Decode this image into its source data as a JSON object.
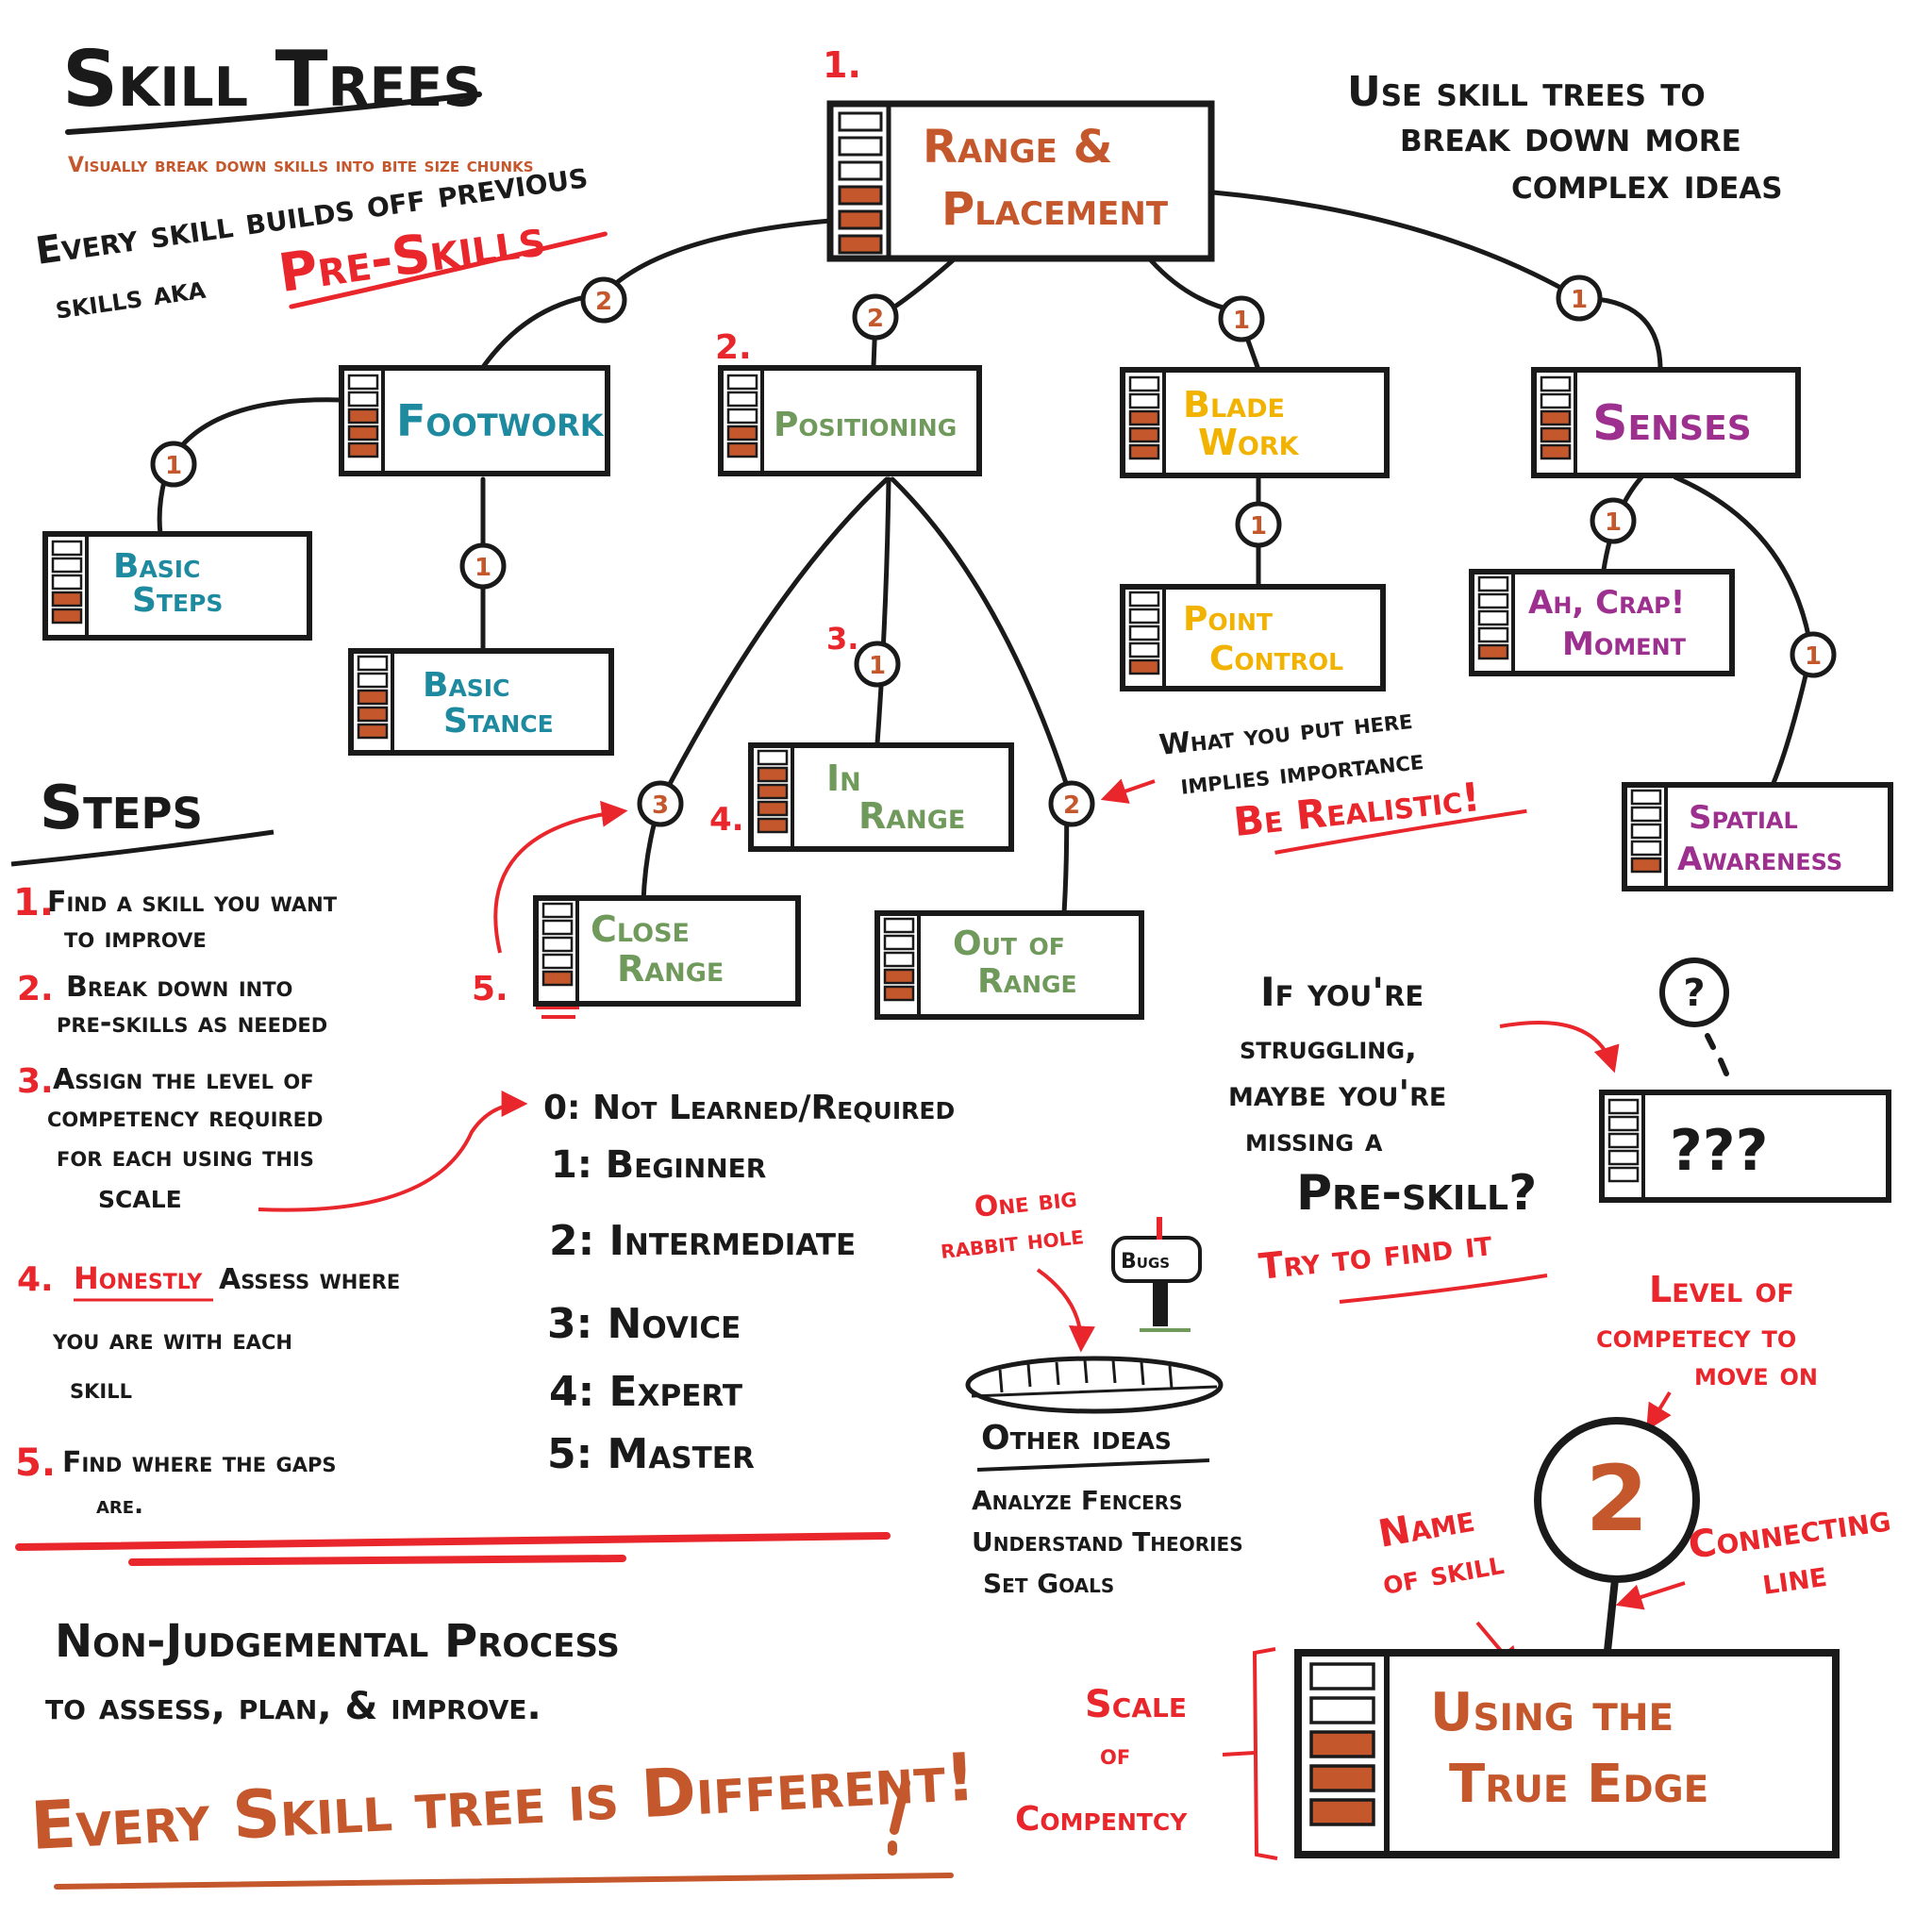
{
  "title": "Skill Trees",
  "subtitle": "Visually break down skills into bite size chunks",
  "intro": {
    "line1": "Every skill builds off previous",
    "line2": "skills aka",
    "emph": "Pre-Skills"
  },
  "top_right_note": [
    "Use skill trees to",
    "break down more",
    "complex ideas"
  ],
  "colors": {
    "ink": "#1a1a1a",
    "red": "#e8262b",
    "rust": "#c4572b",
    "teal": "#1e8aa0",
    "green": "#6f9a5c",
    "yellow": "#f1b300",
    "purple": "#9d2f8f"
  },
  "tree": {
    "root": {
      "number": "1.",
      "lines": [
        "Range &",
        "Placement"
      ]
    },
    "nodes": {
      "footwork": {
        "lines": [
          "Footwork"
        ],
        "badge": "2"
      },
      "positioning": {
        "number": "2.",
        "lines": [
          "Positioning"
        ],
        "badge": "2"
      },
      "bladework": {
        "lines": [
          "Blade",
          "Work"
        ],
        "badge": "1"
      },
      "senses": {
        "lines": [
          "Senses"
        ],
        "badge": "1"
      },
      "basic_steps": {
        "lines": [
          "Basic",
          "Steps"
        ],
        "badge": "1"
      },
      "basic_stance": {
        "lines": [
          "Basic",
          "Stance"
        ],
        "badge": "1"
      },
      "in_range": {
        "number3": "3.",
        "number4": "4.",
        "lines": [
          "In",
          "Range"
        ],
        "badge": "1"
      },
      "close_range": {
        "number": "5.",
        "lines": [
          "Close",
          "Range"
        ],
        "badge": "3"
      },
      "out_of_range": {
        "lines": [
          "Out of",
          "Range"
        ],
        "badge": "2"
      },
      "point_control": {
        "lines": [
          "Point",
          "Control"
        ],
        "badge": "1"
      },
      "ah_crap": {
        "lines": [
          "Ah, Crap!",
          "Moment"
        ],
        "badge": "1"
      },
      "spatial": {
        "lines": [
          "Spatial",
          "Awareness"
        ],
        "badge": "1"
      }
    }
  },
  "realistic_note": {
    "lines": [
      "What you put here",
      "implies importance"
    ],
    "emph": "Be Realistic!"
  },
  "steps": {
    "heading": "Steps",
    "items": [
      {
        "n": "1.",
        "lines": [
          "Find a skill you want",
          "to improve"
        ]
      },
      {
        "n": "2.",
        "lines": [
          "Break down into",
          "pre-skills as needed"
        ]
      },
      {
        "n": "3.",
        "lines": [
          "Assign the level of",
          "competency required",
          "for each using this",
          "scale"
        ]
      },
      {
        "n": "4.",
        "emph": "Honestly",
        "lines": [
          " Assess where",
          "you are with each",
          "skill"
        ]
      },
      {
        "n": "5.",
        "lines": [
          "Find where the gaps",
          "are."
        ]
      }
    ]
  },
  "scale": [
    "0: Not Learned/Required",
    "1: Beginner",
    "2: Intermediate",
    "3: Novice",
    "4: Expert",
    "5: Master"
  ],
  "struggling": {
    "lines": [
      "If you're",
      "struggling,",
      "maybe you're",
      "missing a",
      "Pre-skill?"
    ],
    "emph": "Try to find it",
    "question_mark": "?",
    "unknown_box": "???"
  },
  "rabbit_hole": {
    "label": [
      "One big",
      "rabbit hole"
    ],
    "mailbox": "Bugs",
    "heading": "Other ideas",
    "items": [
      "Analyze Fencers",
      "Understand Theories",
      "Set Goals"
    ]
  },
  "legend": {
    "level_label": [
      "Level of",
      "competecy to",
      "move on"
    ],
    "level_value": "2",
    "name_label": [
      "Name",
      "of skill"
    ],
    "line_label": [
      "Connecting",
      "line"
    ],
    "scale_label": [
      "Scale",
      "of",
      "Compentcy"
    ],
    "box_lines": [
      "Using the",
      "True Edge"
    ]
  },
  "footer": {
    "line1": "Non-Judgemental Process",
    "line2": "to assess, plan, & improve.",
    "emph": "Every Skill tree is Different!"
  }
}
